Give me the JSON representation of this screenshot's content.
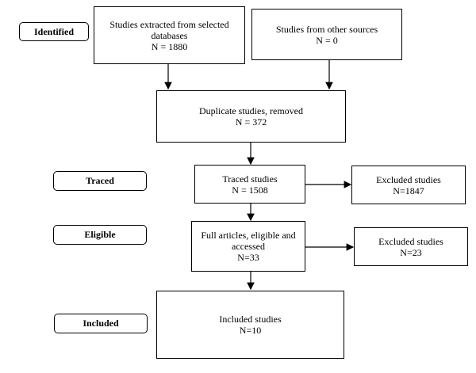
{
  "stages": {
    "identified": "Identified",
    "traced": "Traced",
    "eligible": "Eligible",
    "included": "Included"
  },
  "boxes": {
    "databases": {
      "title": "Studies extracted from selected databases",
      "count": "N = 1880"
    },
    "other_sources": {
      "title": "Studies from other sources",
      "count": "N = 0"
    },
    "duplicates": {
      "title": "Duplicate studies, removed",
      "count": "N = 372"
    },
    "traced": {
      "title": "Traced studies",
      "count": "N = 1508"
    },
    "excluded_traced": {
      "title": "Excluded studies",
      "count": "N=1847"
    },
    "full_articles": {
      "title": "Full articles, eligible and accessed",
      "count": "N=33"
    },
    "excluded_full": {
      "title": "Excluded studies",
      "count": "N=23"
    },
    "included": {
      "title": "Included studies",
      "count": "N=10"
    }
  }
}
